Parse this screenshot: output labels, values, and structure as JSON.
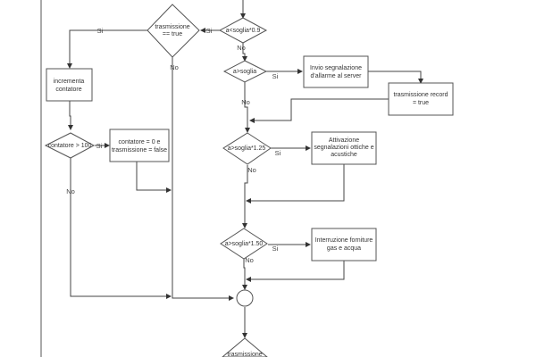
{
  "diagram": {
    "nodes": {
      "trasmissione_true": {
        "lines": [
          "trasmissione",
          "== true"
        ]
      },
      "a_lt_soglia_09": {
        "lines": [
          "a<soglia*0.9"
        ]
      },
      "a_gt_soglia": {
        "lines": [
          "a>soglia"
        ]
      },
      "invio_segnalazione": {
        "lines": [
          "Invio segnalazione",
          "d'allarme al server"
        ]
      },
      "trasmissione_record": {
        "lines": [
          "trasmissione record",
          "= true"
        ]
      },
      "incrementa_contatore": {
        "lines": [
          "incrementa",
          "contatore"
        ]
      },
      "contatore_gt_100": {
        "lines": [
          "contatore > 100"
        ]
      },
      "contatore_reset": {
        "lines": [
          "contatore = 0 e",
          "trasmissione = false"
        ]
      },
      "a_gt_soglia_125": {
        "lines": [
          "a>soglia*1.25"
        ]
      },
      "attivazione_segnalazioni": {
        "lines": [
          "Attivazione",
          "segnalazioni ottiche e",
          "acustiche"
        ]
      },
      "a_gt_soglia_150": {
        "lines": [
          "a>soglia*1.50"
        ]
      },
      "interruzione_forniture": {
        "lines": [
          "Interruzione forniture",
          "gas e acqua"
        ]
      },
      "trasmissione_bottom": {
        "lines": [
          "trasmissione"
        ]
      }
    },
    "edge_labels": {
      "yes": "Si",
      "no": "No"
    }
  }
}
